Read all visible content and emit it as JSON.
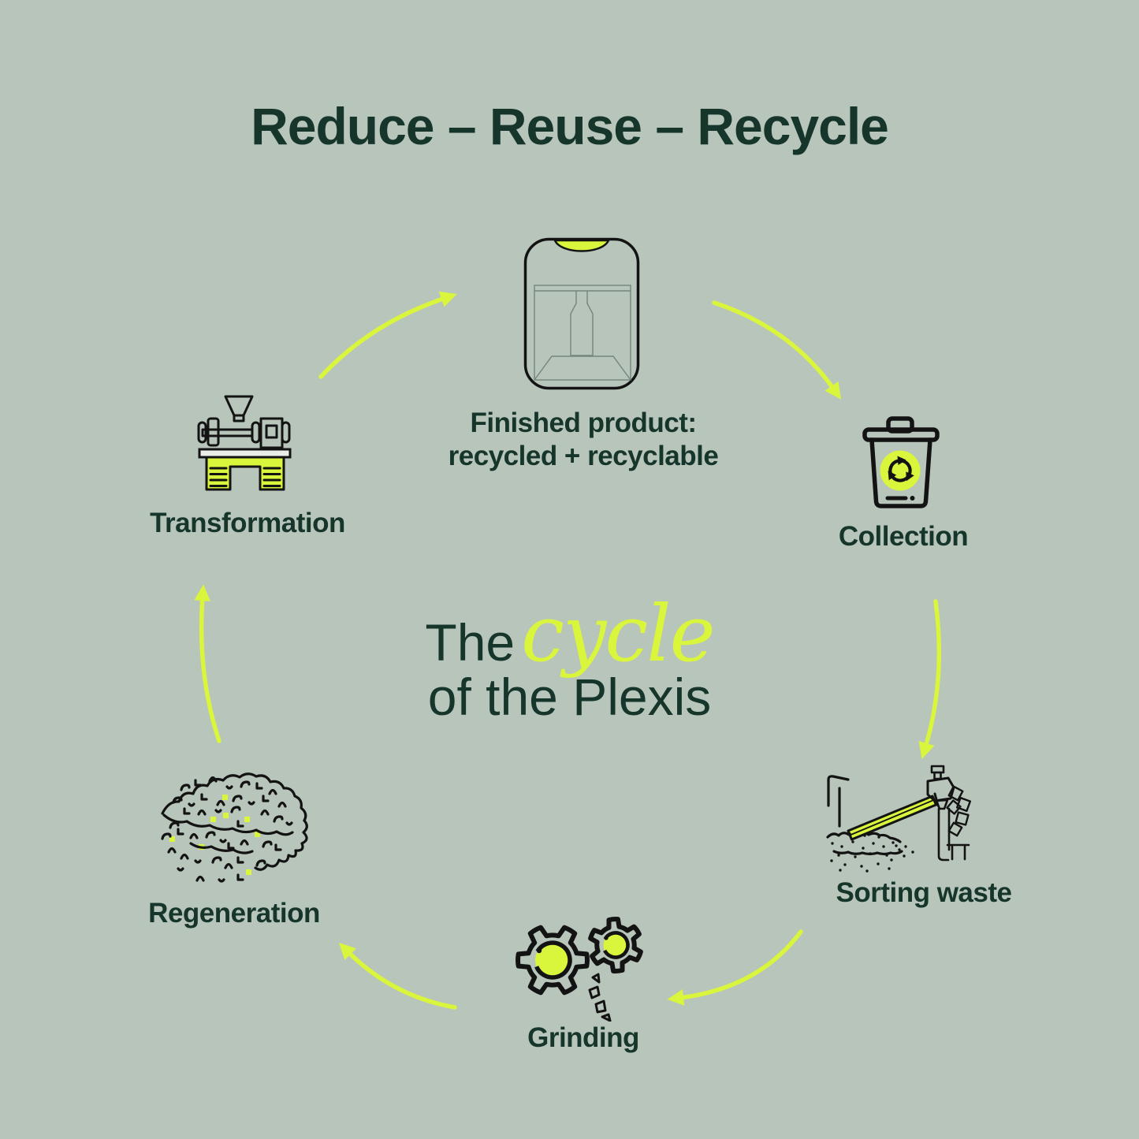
{
  "title": "Reduce – Reuse – Recycle",
  "center_title": {
    "prefix": "The",
    "highlight": "cycle",
    "line2": "of the Plexis"
  },
  "stages": {
    "finished_product": {
      "label_line1": "Finished product:",
      "label_line2": "recycled + recyclable",
      "icon": "pocket-spray-card-icon"
    },
    "collection": {
      "label": "Collection",
      "icon": "trash-bin-recycle-icon"
    },
    "sorting_waste": {
      "label": "Sorting waste",
      "icon": "sorting-conveyor-icon"
    },
    "grinding": {
      "label": "Grinding",
      "icon": "grinding-gears-icon"
    },
    "regeneration": {
      "label": "Regeneration",
      "icon": "granules-pile-icon"
    },
    "transformation": {
      "label": "Transformation",
      "icon": "injection-molding-machine-icon"
    }
  },
  "colors": {
    "background": "#b8c5bb",
    "text_dark_green": "#16352b",
    "accent_chartreuse": "#d9f53c",
    "icon_stroke": "#131313",
    "thin_line": "#74857c",
    "platform_fill": "#e9eee9"
  }
}
